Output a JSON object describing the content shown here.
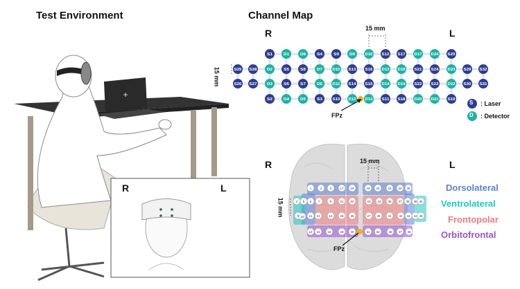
{
  "test_environment": {
    "title": "Test Environment",
    "inset_right": "R",
    "inset_left": "L"
  },
  "channel_map": {
    "title": "Channel Map",
    "right": "R",
    "left": "L",
    "spacing_h": "15 mm",
    "spacing_v": "15 mm",
    "fpz": "FPz",
    "colors": {
      "laser": "#2c3e94",
      "detector": "#1bb3a4",
      "fpz": "#f5b400"
    },
    "legend": {
      "laser_glyph": "S",
      "laser_label": ": Laser",
      "detector_glyph": "D",
      "detector_label": ": Detector"
    },
    "rows": [
      [
        null,
        null,
        "S1",
        "D1",
        "D8",
        "S4",
        "S9",
        "D9",
        "D16",
        "S12",
        "S17",
        "D17",
        "D24",
        "S20",
        null,
        null
      ],
      [
        "S25",
        "S28",
        "D2",
        "S5",
        "S8",
        "D7",
        "D10",
        "S13",
        "S16",
        "D13",
        "D18",
        "S21",
        "S24",
        "D23",
        "S29",
        "S32"
      ],
      [
        "S26",
        "S27",
        "D3",
        "S6",
        "S7",
        "D6",
        "D11",
        "S14",
        "S15",
        "D14",
        "D19",
        "S22",
        "S23",
        "D22",
        "S30",
        "S31"
      ],
      [
        null,
        null,
        "S2",
        "D4",
        "D5",
        "S3",
        "S10",
        "D12",
        "D13",
        "S11",
        "S18",
        "D20",
        "D21",
        "S19",
        null,
        null
      ]
    ]
  },
  "brain_map": {
    "right": "R",
    "left": "L",
    "spacing_h": "15 mm",
    "spacing_v": "15 mm",
    "fpz": "FPz",
    "channels": [
      "1",
      "2",
      "3",
      "17",
      "18",
      "19",
      "20",
      "33",
      "34",
      "35",
      "4",
      "5",
      "6",
      "7",
      "8",
      "21",
      "22",
      "23",
      "24",
      "36",
      "37",
      "38",
      "39",
      "40",
      "9",
      "10",
      "11",
      "12",
      "13",
      "25",
      "26",
      "27",
      "28",
      "41",
      "42",
      "43",
      "44",
      "45",
      "14",
      "15",
      "16",
      "29",
      "30",
      "31",
      "32",
      "46",
      "47",
      "48"
    ],
    "regions": [
      {
        "name": "Dorsolateral",
        "color": "#5b82d6"
      },
      {
        "name": "Ventrolateral",
        "color": "#1fc9c0"
      },
      {
        "name": "Frontopolar",
        "color": "#f07b7b"
      },
      {
        "name": "Orbitofrontal",
        "color": "#9a52d4"
      }
    ]
  }
}
